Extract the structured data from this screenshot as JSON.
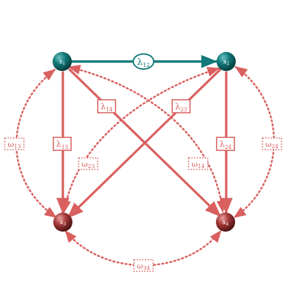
{
  "colors": {
    "teal": "#127a7a",
    "teal_dark": "#0a4f4f",
    "red": "#d9605f",
    "red_node": "#a83a3a",
    "red_node_dark": "#5e1a1a",
    "background": "#ffffff"
  },
  "nodes": [
    {
      "id": "x1",
      "base": "x",
      "sub": "1",
      "color": "teal"
    },
    {
      "id": "x2",
      "base": "x",
      "sub": "2",
      "color": "teal"
    },
    {
      "id": "x3",
      "base": "x",
      "sub": "3",
      "color": "red"
    },
    {
      "id": "x4",
      "base": "x",
      "sub": "4",
      "color": "red"
    }
  ],
  "edges_lambda": [
    {
      "id": "lambda12",
      "from": "x1",
      "to": "x2",
      "base": "λ",
      "sub": "12",
      "style": "teal-solid"
    },
    {
      "id": "lambda13",
      "from": "x1",
      "to": "x3",
      "base": "λ",
      "sub": "13",
      "style": "red-solid"
    },
    {
      "id": "lambda14",
      "from": "x1",
      "to": "x4",
      "base": "λ",
      "sub": "14",
      "style": "red-solid"
    },
    {
      "id": "lambda23",
      "from": "x2",
      "to": "x3",
      "base": "λ",
      "sub": "23",
      "style": "red-solid"
    },
    {
      "id": "lambda24",
      "from": "x2",
      "to": "x4",
      "base": "λ",
      "sub": "24",
      "style": "red-solid"
    }
  ],
  "edges_omega": [
    {
      "id": "omega13",
      "between": [
        "x1",
        "x3"
      ],
      "base": "ω",
      "sub": "13",
      "style": "red-dotted"
    },
    {
      "id": "omega24",
      "between": [
        "x2",
        "x4"
      ],
      "base": "ω",
      "sub": "24",
      "style": "red-dotted"
    },
    {
      "id": "omega23",
      "between": [
        "x2",
        "x3"
      ],
      "base": "ω",
      "sub": "23",
      "style": "red-dotted"
    },
    {
      "id": "omega14",
      "between": [
        "x1",
        "x4"
      ],
      "base": "ω",
      "sub": "14",
      "style": "red-dotted"
    },
    {
      "id": "omega34",
      "between": [
        "x3",
        "x4"
      ],
      "base": "ω",
      "sub": "34",
      "style": "red-dotted"
    }
  ]
}
